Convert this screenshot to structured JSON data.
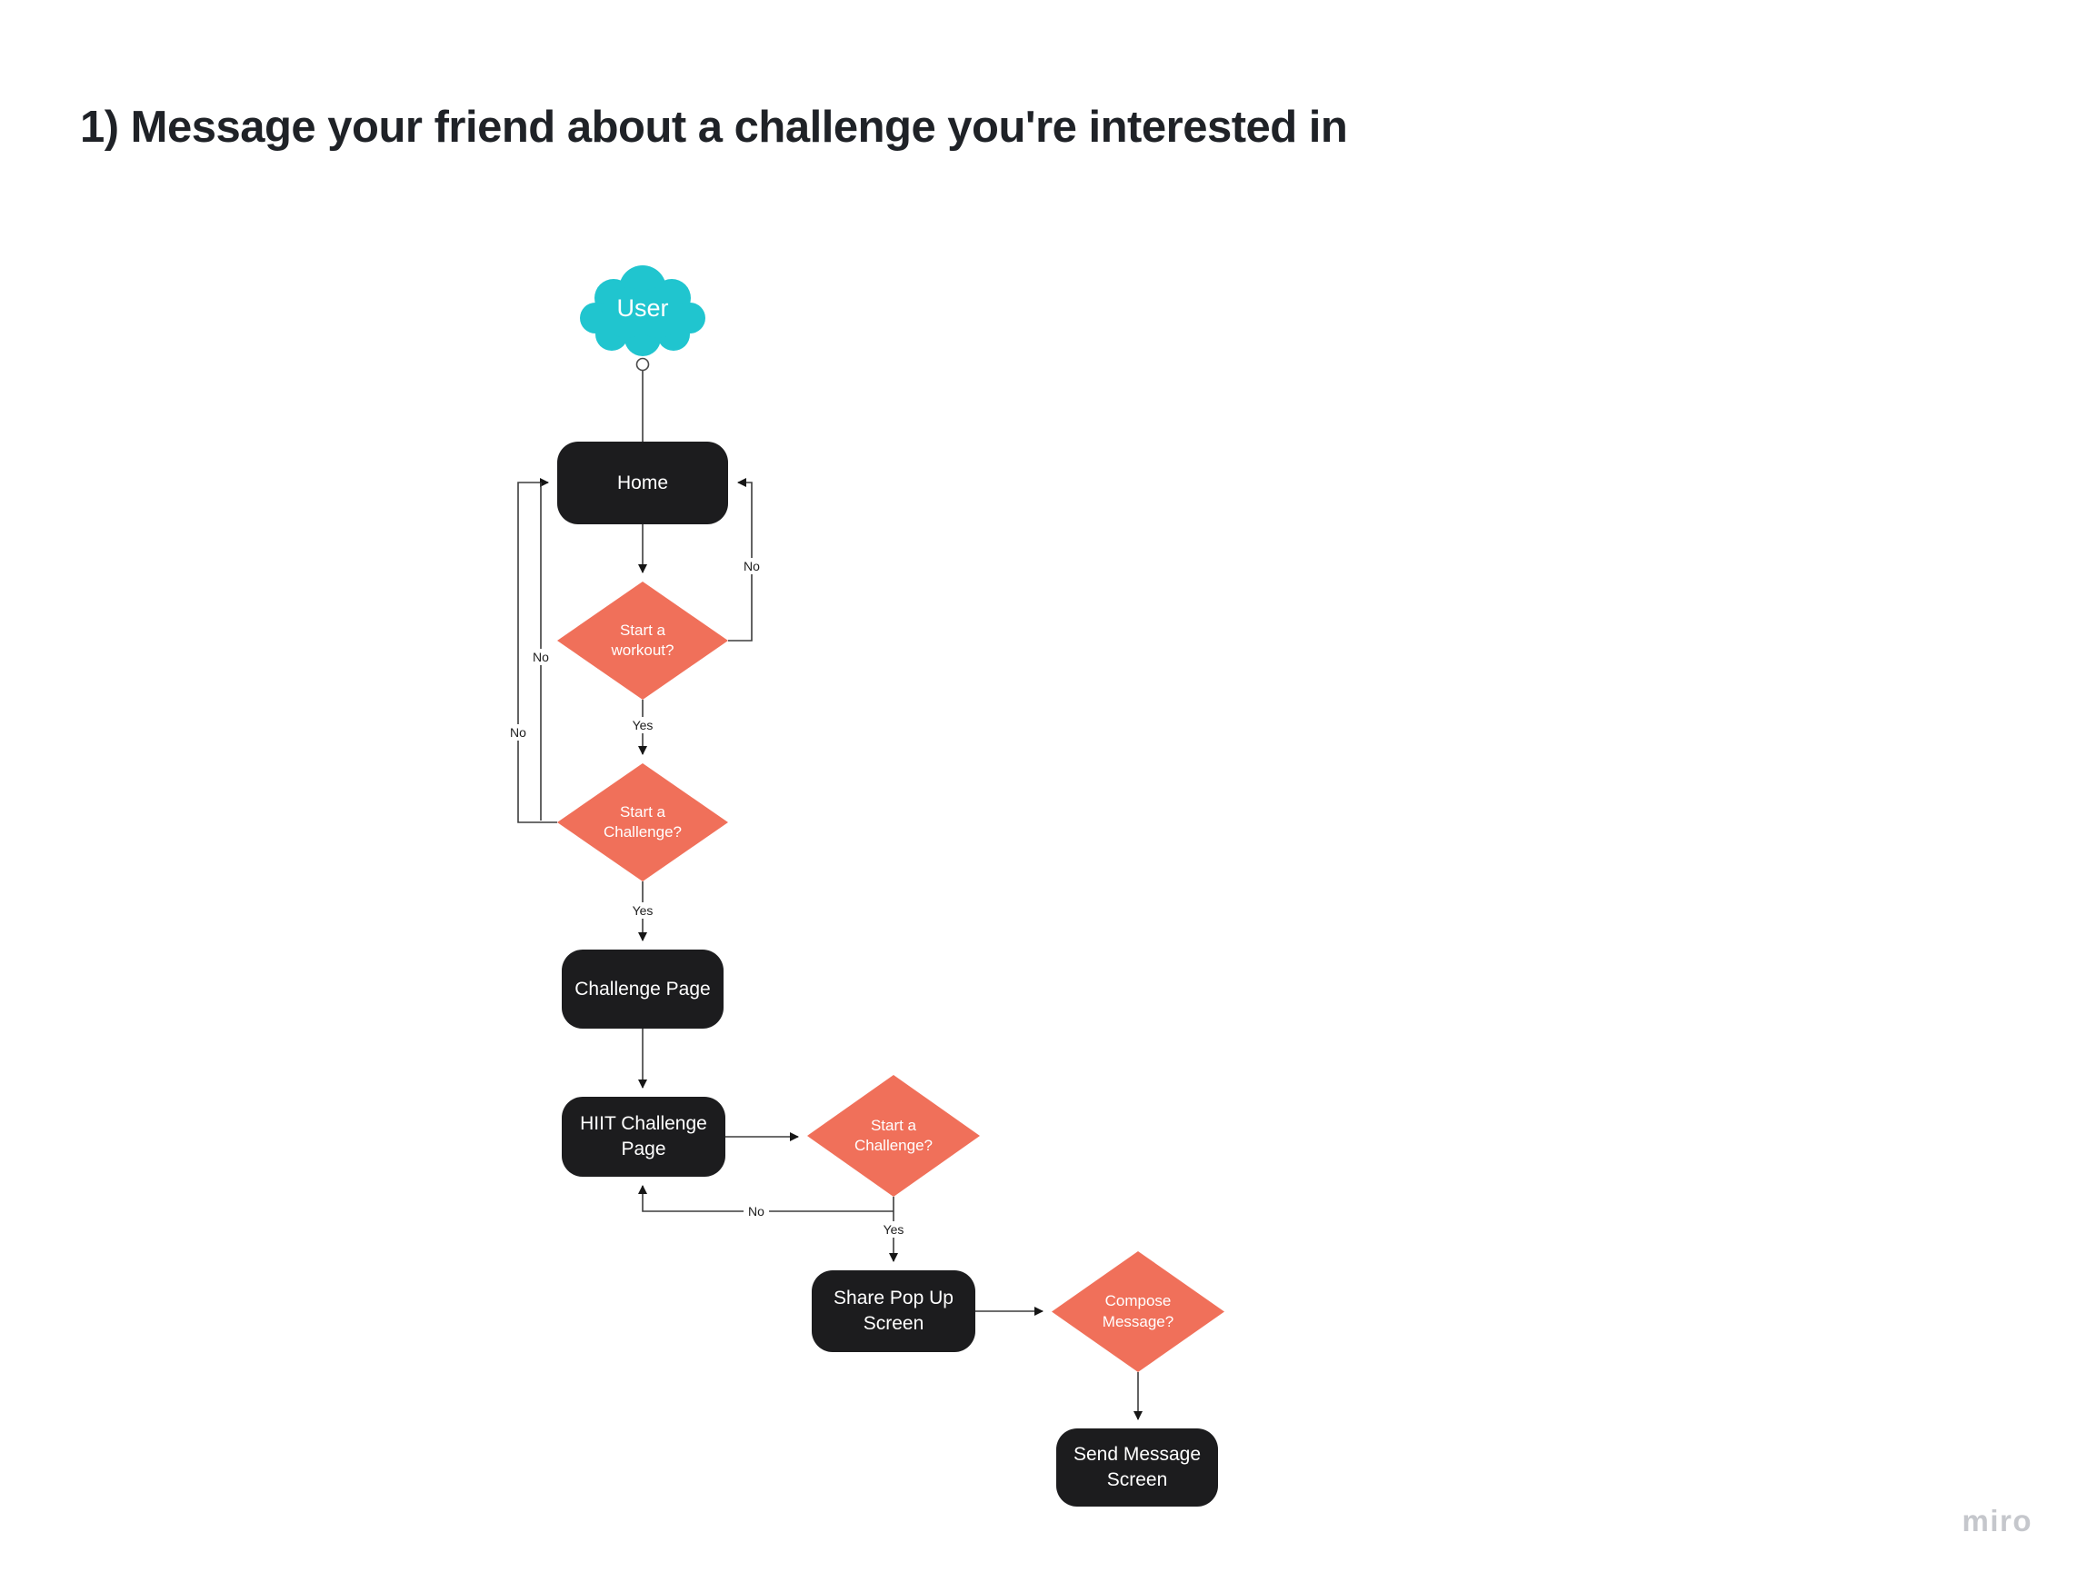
{
  "page": {
    "title": "1) Message your friend about a challenge you're interested in",
    "watermark": "miro"
  },
  "colors": {
    "teal": "#20C5CF",
    "coral": "#F0705A",
    "box": "#1C1C1E",
    "line": "#3d3d3d"
  },
  "nodes": {
    "user": {
      "type": "cloud",
      "label": "User"
    },
    "home": {
      "type": "screen",
      "label": "Home"
    },
    "start_workout": {
      "type": "decision",
      "label": "Start a\nworkout?"
    },
    "start_challenge": {
      "type": "decision",
      "label": "Start a\nChallenge?"
    },
    "challenge_page": {
      "type": "screen",
      "label": "Challenge Page"
    },
    "hiit_challenge_page": {
      "type": "screen",
      "label": "HIIT Challenge\nPage"
    },
    "start_challenge_2": {
      "type": "decision",
      "label": "Start a\nChallenge?"
    },
    "share_popup": {
      "type": "screen",
      "label": "Share Pop Up\nScreen"
    },
    "compose_message": {
      "type": "decision",
      "label": "Compose\nMessage?"
    },
    "send_message": {
      "type": "screen",
      "label": "Send Message\nScreen"
    }
  },
  "edge_labels": {
    "workout_no_right": "No",
    "challenge_no_inner": "No",
    "challenge_no_outer": "No",
    "workout_yes": "Yes",
    "challenge_yes": "Yes",
    "hiit_loop_no": "No",
    "hiit_yes": "Yes"
  }
}
